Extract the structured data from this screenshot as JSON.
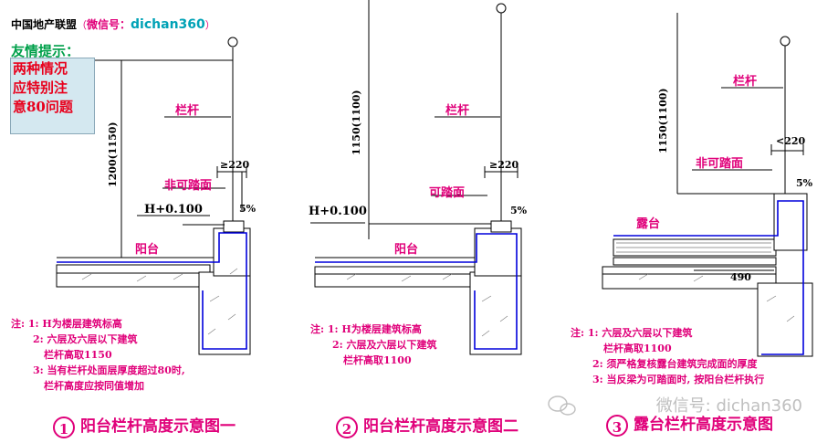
{
  "brand": {
    "org": "中国地产联盟",
    "paren_open": "（",
    "wechat_label": "微信号：",
    "wechat_id": "dichan360",
    "paren_close": "）"
  },
  "tip_title": "友情提示：",
  "tip_box": [
    "两种情况",
    "应特别注",
    "意80问题"
  ],
  "diagram1": {
    "height_label": "1200(1150)",
    "railing_label": "栏杆",
    "non_step_label": "非可踏面",
    "width_label": "≥220",
    "level_label": "H+0.100",
    "slope_label": "5%",
    "balcony_label": "阳台",
    "notes": [
      "注: 1: H为楼层建筑标高",
      "2: 六层及六层以下建筑",
      "栏杆高取1150",
      "3: 当有栏杆处面层厚度超过80时,",
      "栏杆高度应按同值增加"
    ],
    "caption_num": "1",
    "caption": "阳台栏杆高度示意图一"
  },
  "diagram2": {
    "height_label": "1150(1100)",
    "railing_label": "栏杆",
    "step_label": "可踏面",
    "width_label": "≥220",
    "level_label": "H+0.100",
    "slope_label": "5%",
    "balcony_label": "阳台",
    "notes": [
      "注: 1: H为楼层建筑标高",
      "2: 六层及六层以下建筑",
      "栏杆高取1100"
    ],
    "caption_num": "2",
    "caption": "阳台栏杆高度示意图二"
  },
  "diagram3": {
    "height_label": "1150(1100)",
    "railing_label": "栏杆",
    "non_step_label": "非可踏面",
    "width_label": "<220",
    "slope_label": "5%",
    "terrace_label": "露台",
    "dim_label": "490",
    "notes": [
      "注: 1: 六层及六层以下建筑",
      "栏杆高取1100",
      "2: 须严格复核露台建筑完成面的厚度",
      "3: 当反梁为可踏面时, 按阳台栏杆执行"
    ],
    "caption_num": "3",
    "caption": "露台栏杆高度示意图"
  },
  "watermark": "微信号: dichan360",
  "colors": {
    "magenta": "#e0007a",
    "blue": "#0000dc",
    "green": "#00a04a",
    "red": "#e8001c",
    "teal": "#00a2b6"
  }
}
